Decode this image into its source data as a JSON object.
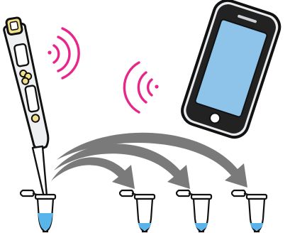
{
  "illustration": {
    "devices": {
      "pipette": "electronic-pipette",
      "phone": "smartphone"
    },
    "signals": {
      "count": 2,
      "arcs_per_signal": 3
    },
    "tubes": {
      "count": 4,
      "source_index": 0
    },
    "transfer_arrows": {
      "count": 3
    },
    "colors": {
      "outline": "#111111",
      "signal": "#e8268a",
      "screen": "#8fc4ea",
      "phone_body": "#e9ecef",
      "liquid": "#5ab4ec",
      "arrow": "#7a7a7a",
      "tube_fill": "#ffffff",
      "pipette_accent": "#f3e08a"
    }
  }
}
